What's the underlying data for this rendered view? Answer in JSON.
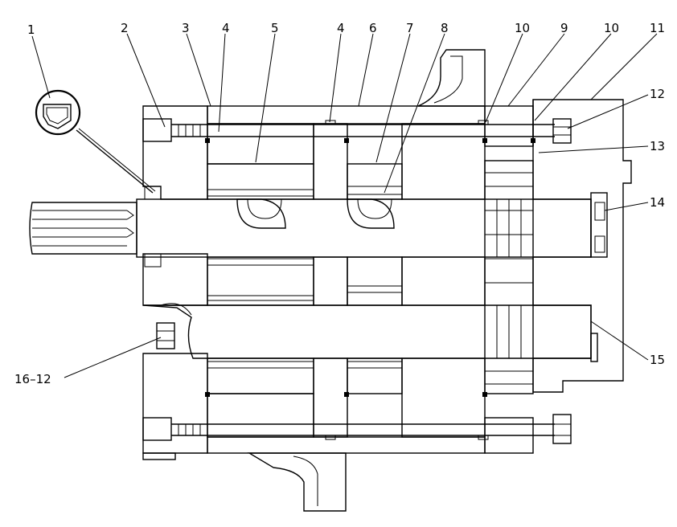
{
  "diagram": {
    "callouts": [
      {
        "id": "c1",
        "text": "1"
      },
      {
        "id": "c2",
        "text": "2"
      },
      {
        "id": "c3",
        "text": "3"
      },
      {
        "id": "c4a",
        "text": "4"
      },
      {
        "id": "c5",
        "text": "5"
      },
      {
        "id": "c4b",
        "text": "4"
      },
      {
        "id": "c6",
        "text": "6"
      },
      {
        "id": "c7",
        "text": "7"
      },
      {
        "id": "c8",
        "text": "8"
      },
      {
        "id": "c10a",
        "text": "10"
      },
      {
        "id": "c9",
        "text": "9"
      },
      {
        "id": "c10b",
        "text": "10"
      },
      {
        "id": "c11",
        "text": "11"
      },
      {
        "id": "c12",
        "text": "12"
      },
      {
        "id": "c13",
        "text": "13"
      },
      {
        "id": "c14",
        "text": "14"
      },
      {
        "id": "c15",
        "text": "15"
      },
      {
        "id": "c16",
        "text": "16–12"
      }
    ]
  }
}
